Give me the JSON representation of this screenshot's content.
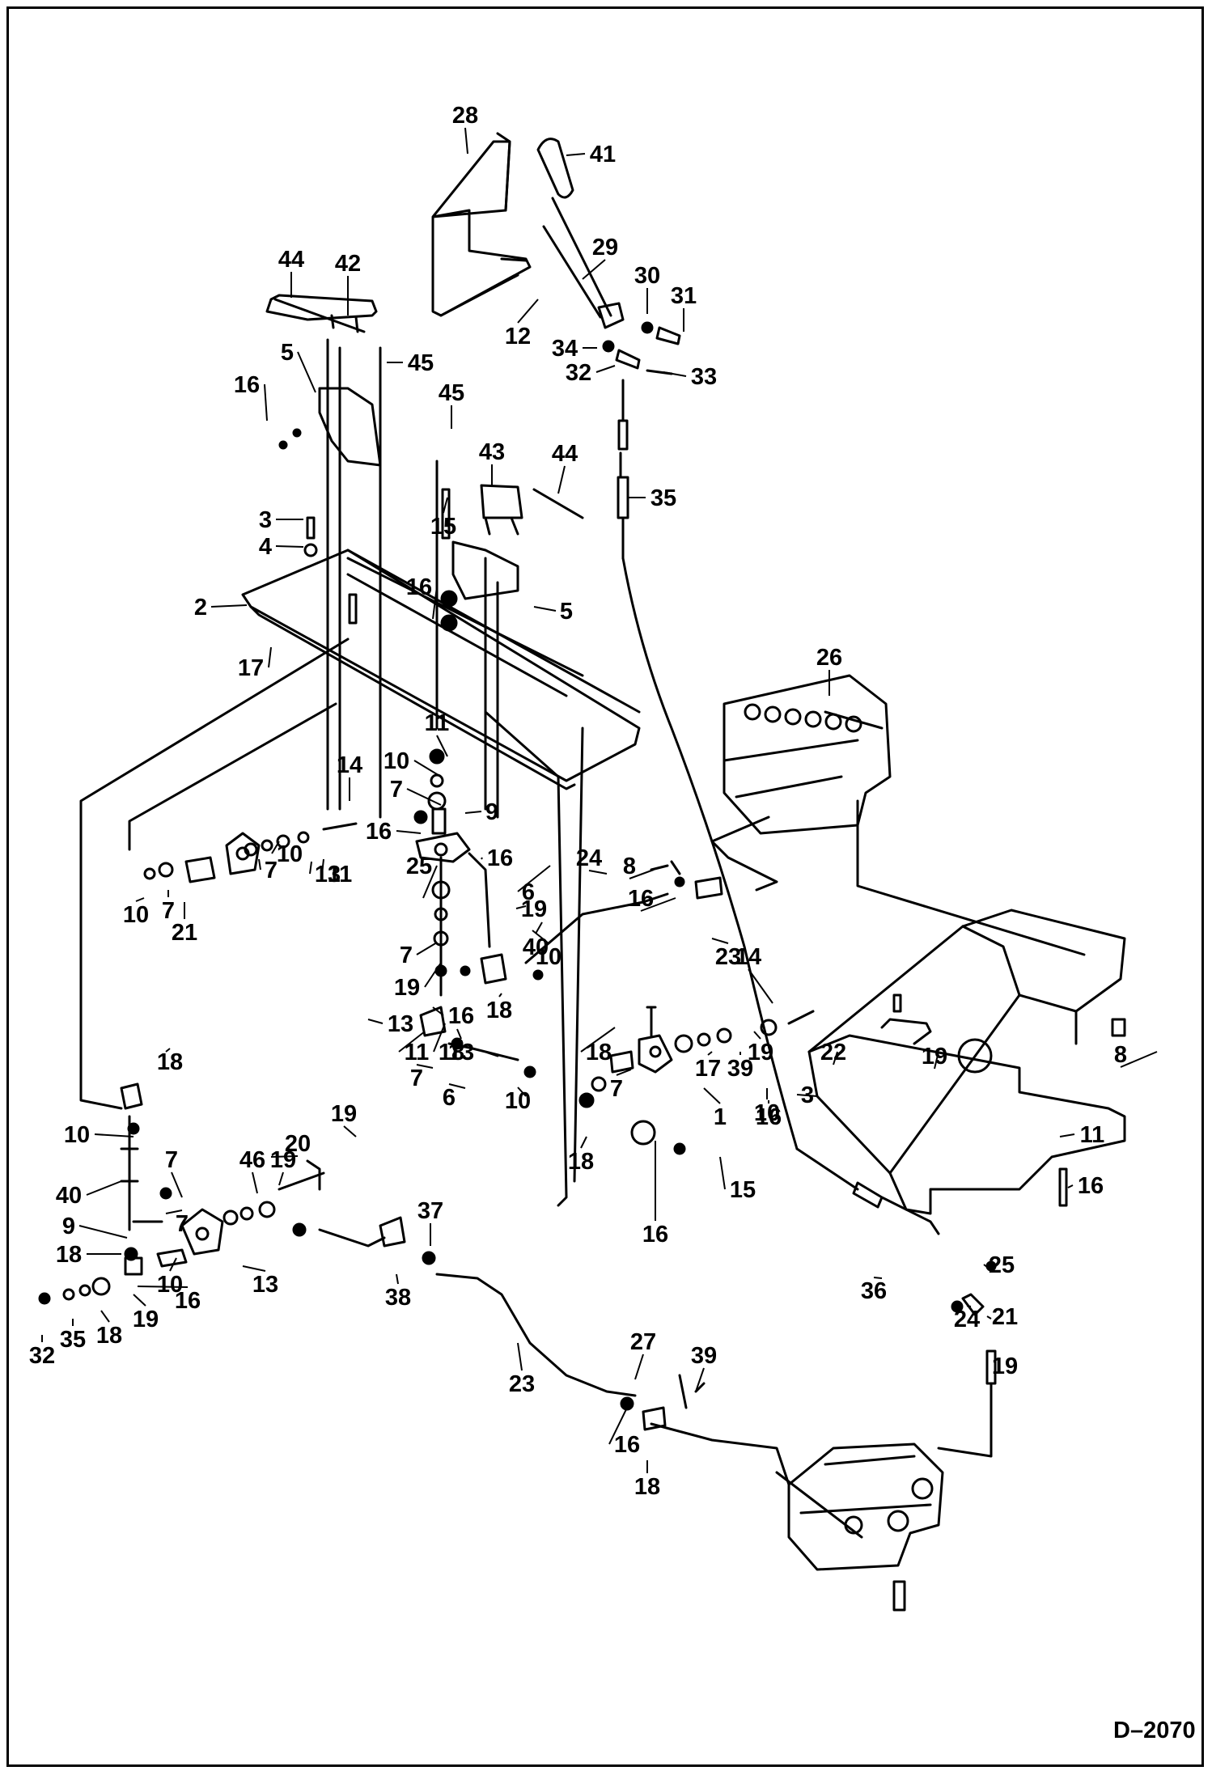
{
  "drawing_code": "D–2070",
  "callouts": [
    "28",
    "41",
    "29",
    "30",
    "31",
    "12",
    "34",
    "32",
    "33",
    "44",
    "42",
    "45",
    "5",
    "16",
    "35",
    "43",
    "44",
    "45",
    "15",
    "3",
    "4",
    "2",
    "16",
    "5",
    "17",
    "26",
    "11",
    "14",
    "10",
    "7",
    "16",
    "9",
    "16",
    "13",
    "11",
    "10",
    "7",
    "10",
    "7",
    "8",
    "16",
    "6",
    "24",
    "25",
    "19",
    "21",
    "40",
    "7",
    "19",
    "10",
    "23",
    "14",
    "13",
    "13",
    "16",
    "18",
    "11",
    "18",
    "17",
    "3",
    "39",
    "19",
    "22",
    "19",
    "8",
    "7",
    "6",
    "7",
    "10",
    "18",
    "10",
    "1",
    "18",
    "16",
    "18",
    "16",
    "15",
    "11",
    "10",
    "7",
    "46",
    "19",
    "20",
    "19",
    "16",
    "9",
    "40",
    "18",
    "7",
    "10",
    "13",
    "16",
    "19",
    "18",
    "35",
    "32",
    "37",
    "38",
    "36",
    "21",
    "25",
    "24",
    "19",
    "23",
    "27",
    "39",
    "16",
    "18"
  ]
}
